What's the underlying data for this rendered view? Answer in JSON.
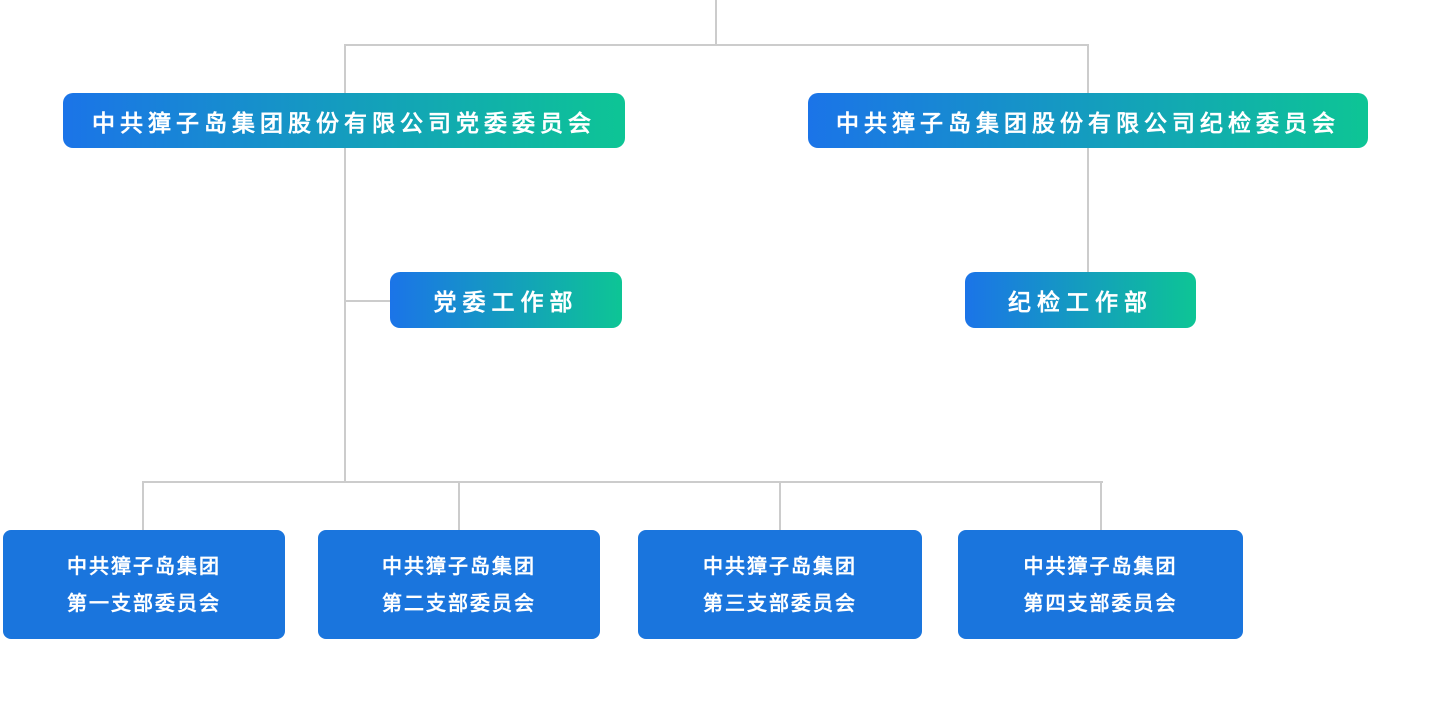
{
  "org_chart": {
    "colors": {
      "gradient_start": "#1b74e8",
      "gradient_end": "#0dc595",
      "solid_blue": "#1a75dd",
      "connector_gray": "#cccccc",
      "text_white": "#ffffff"
    },
    "level1": {
      "party_committee": "中共獐子岛集团股份有限公司党委委员会",
      "discipline_committee": "中共獐子岛集团股份有限公司纪检委员会"
    },
    "level2": {
      "party_work_dept": "党委工作部",
      "discipline_work_dept": "纪检工作部"
    },
    "level3": [
      {
        "line1": "中共獐子岛集团",
        "line2": "第一支部委员会"
      },
      {
        "line1": "中共獐子岛集团",
        "line2": "第二支部委员会"
      },
      {
        "line1": "中共獐子岛集团",
        "line2": "第三支部委员会"
      },
      {
        "line1": "中共獐子岛集团",
        "line2": "第四支部委员会"
      }
    ]
  }
}
